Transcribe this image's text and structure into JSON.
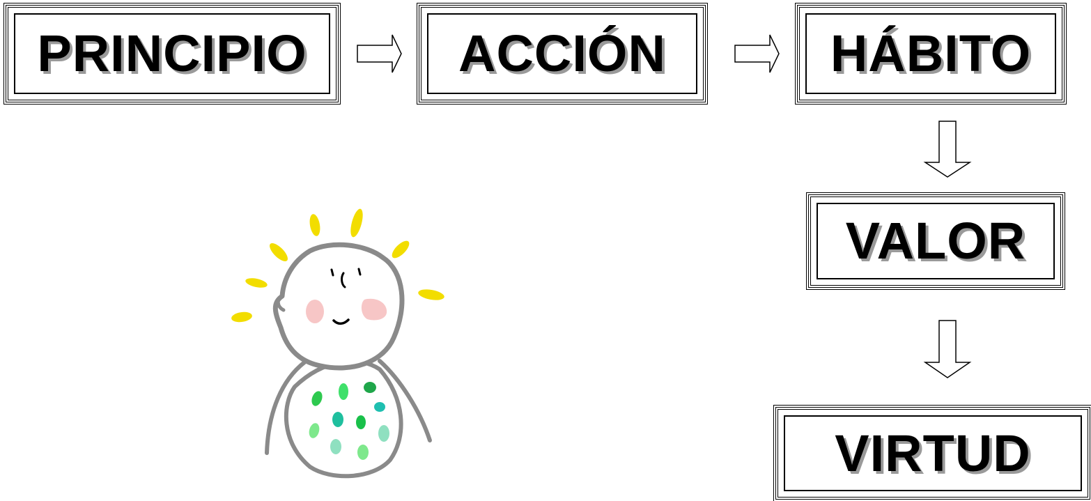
{
  "diagram": {
    "boxes": [
      {
        "id": "principio",
        "label": "PRINCIPIO"
      },
      {
        "id": "accion",
        "label": "ACCIÓN"
      },
      {
        "id": "habito",
        "label": "HÁBITO"
      },
      {
        "id": "valor",
        "label": "VALOR"
      },
      {
        "id": "virtud",
        "label": "VIRTUD"
      }
    ],
    "flow": [
      {
        "from": "PRINCIPIO",
        "to": "ACCIÓN",
        "direction": "right"
      },
      {
        "from": "ACCIÓN",
        "to": "HÁBITO",
        "direction": "right"
      },
      {
        "from": "HÁBITO",
        "to": "VALOR",
        "direction": "down"
      },
      {
        "from": "VALOR",
        "to": "VIRTUD",
        "direction": "down"
      }
    ],
    "illustration": {
      "icon": "smiling-child-icon",
      "colors": {
        "outline": "#8a8a8a",
        "rays": "#f2dd00",
        "cheeks": "#f7c6c6",
        "spots": [
          "#2ec94f",
          "#3fe06a",
          "#1fbf9e",
          "#7ee88c",
          "#8fe0c0"
        ]
      }
    }
  }
}
